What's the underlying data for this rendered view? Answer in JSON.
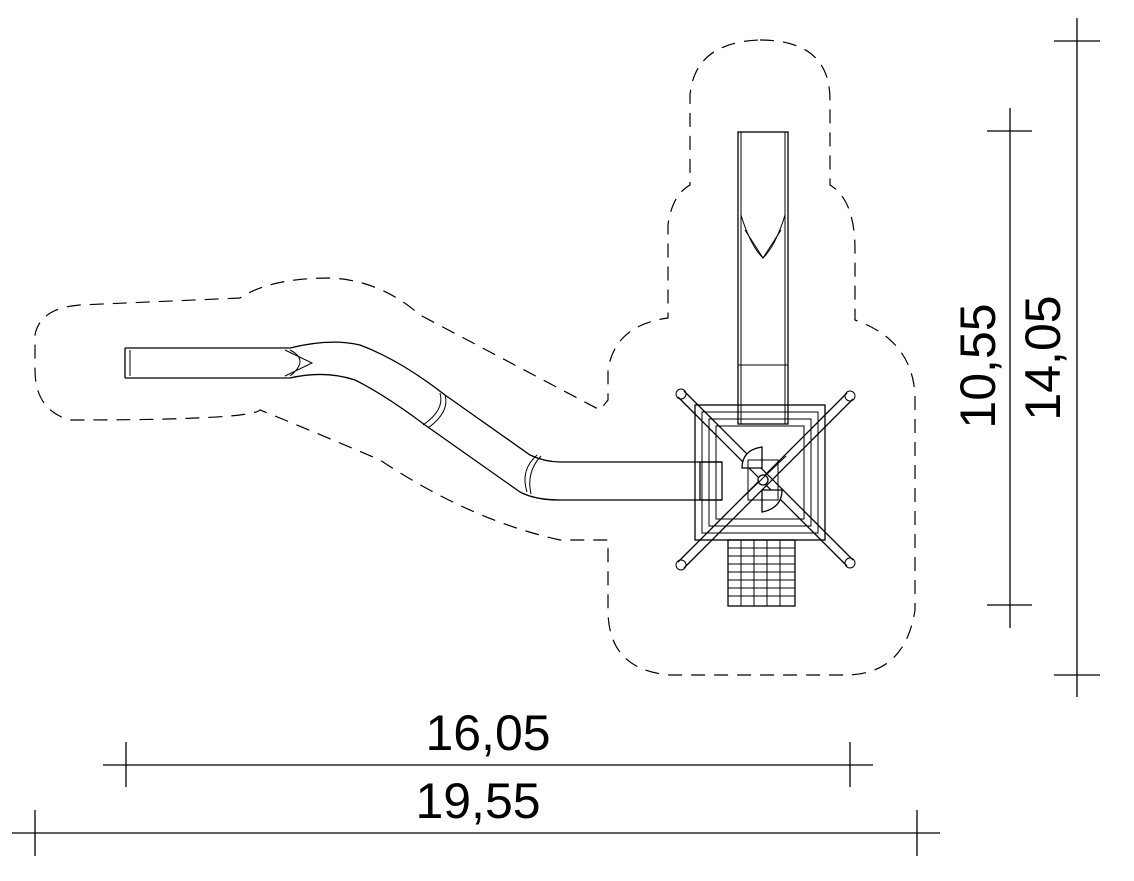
{
  "dimensions": {
    "inner_width": "16,05",
    "outer_width": "19,55",
    "inner_height": "10,55",
    "outer_height": "14,05"
  }
}
